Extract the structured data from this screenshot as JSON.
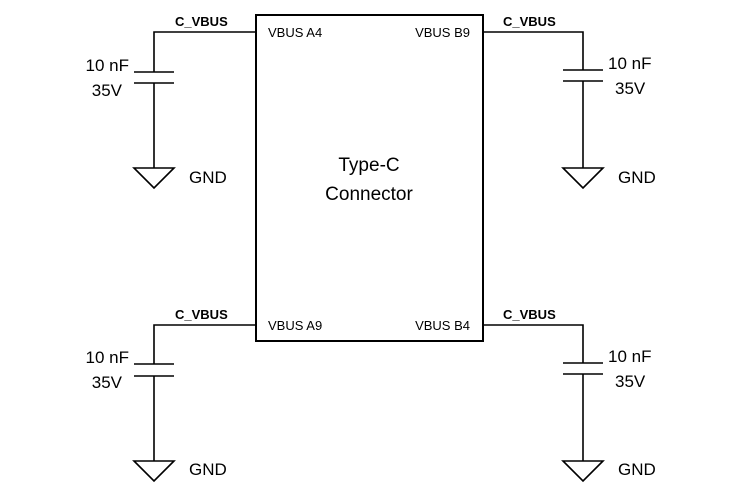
{
  "connector": {
    "title_line1": "Type-C",
    "title_line2": "Connector"
  },
  "net_label": "C_VBUS",
  "gnd_label": "GND",
  "cap_value": "10 nF",
  "cap_voltage": "35V",
  "pins": {
    "top_left": "VBUS A4",
    "top_right": "VBUS B9",
    "bottom_left": "VBUS A9",
    "bottom_right": "VBUS B4"
  },
  "colors": {
    "line": "#000000",
    "background": "#ffffff"
  }
}
